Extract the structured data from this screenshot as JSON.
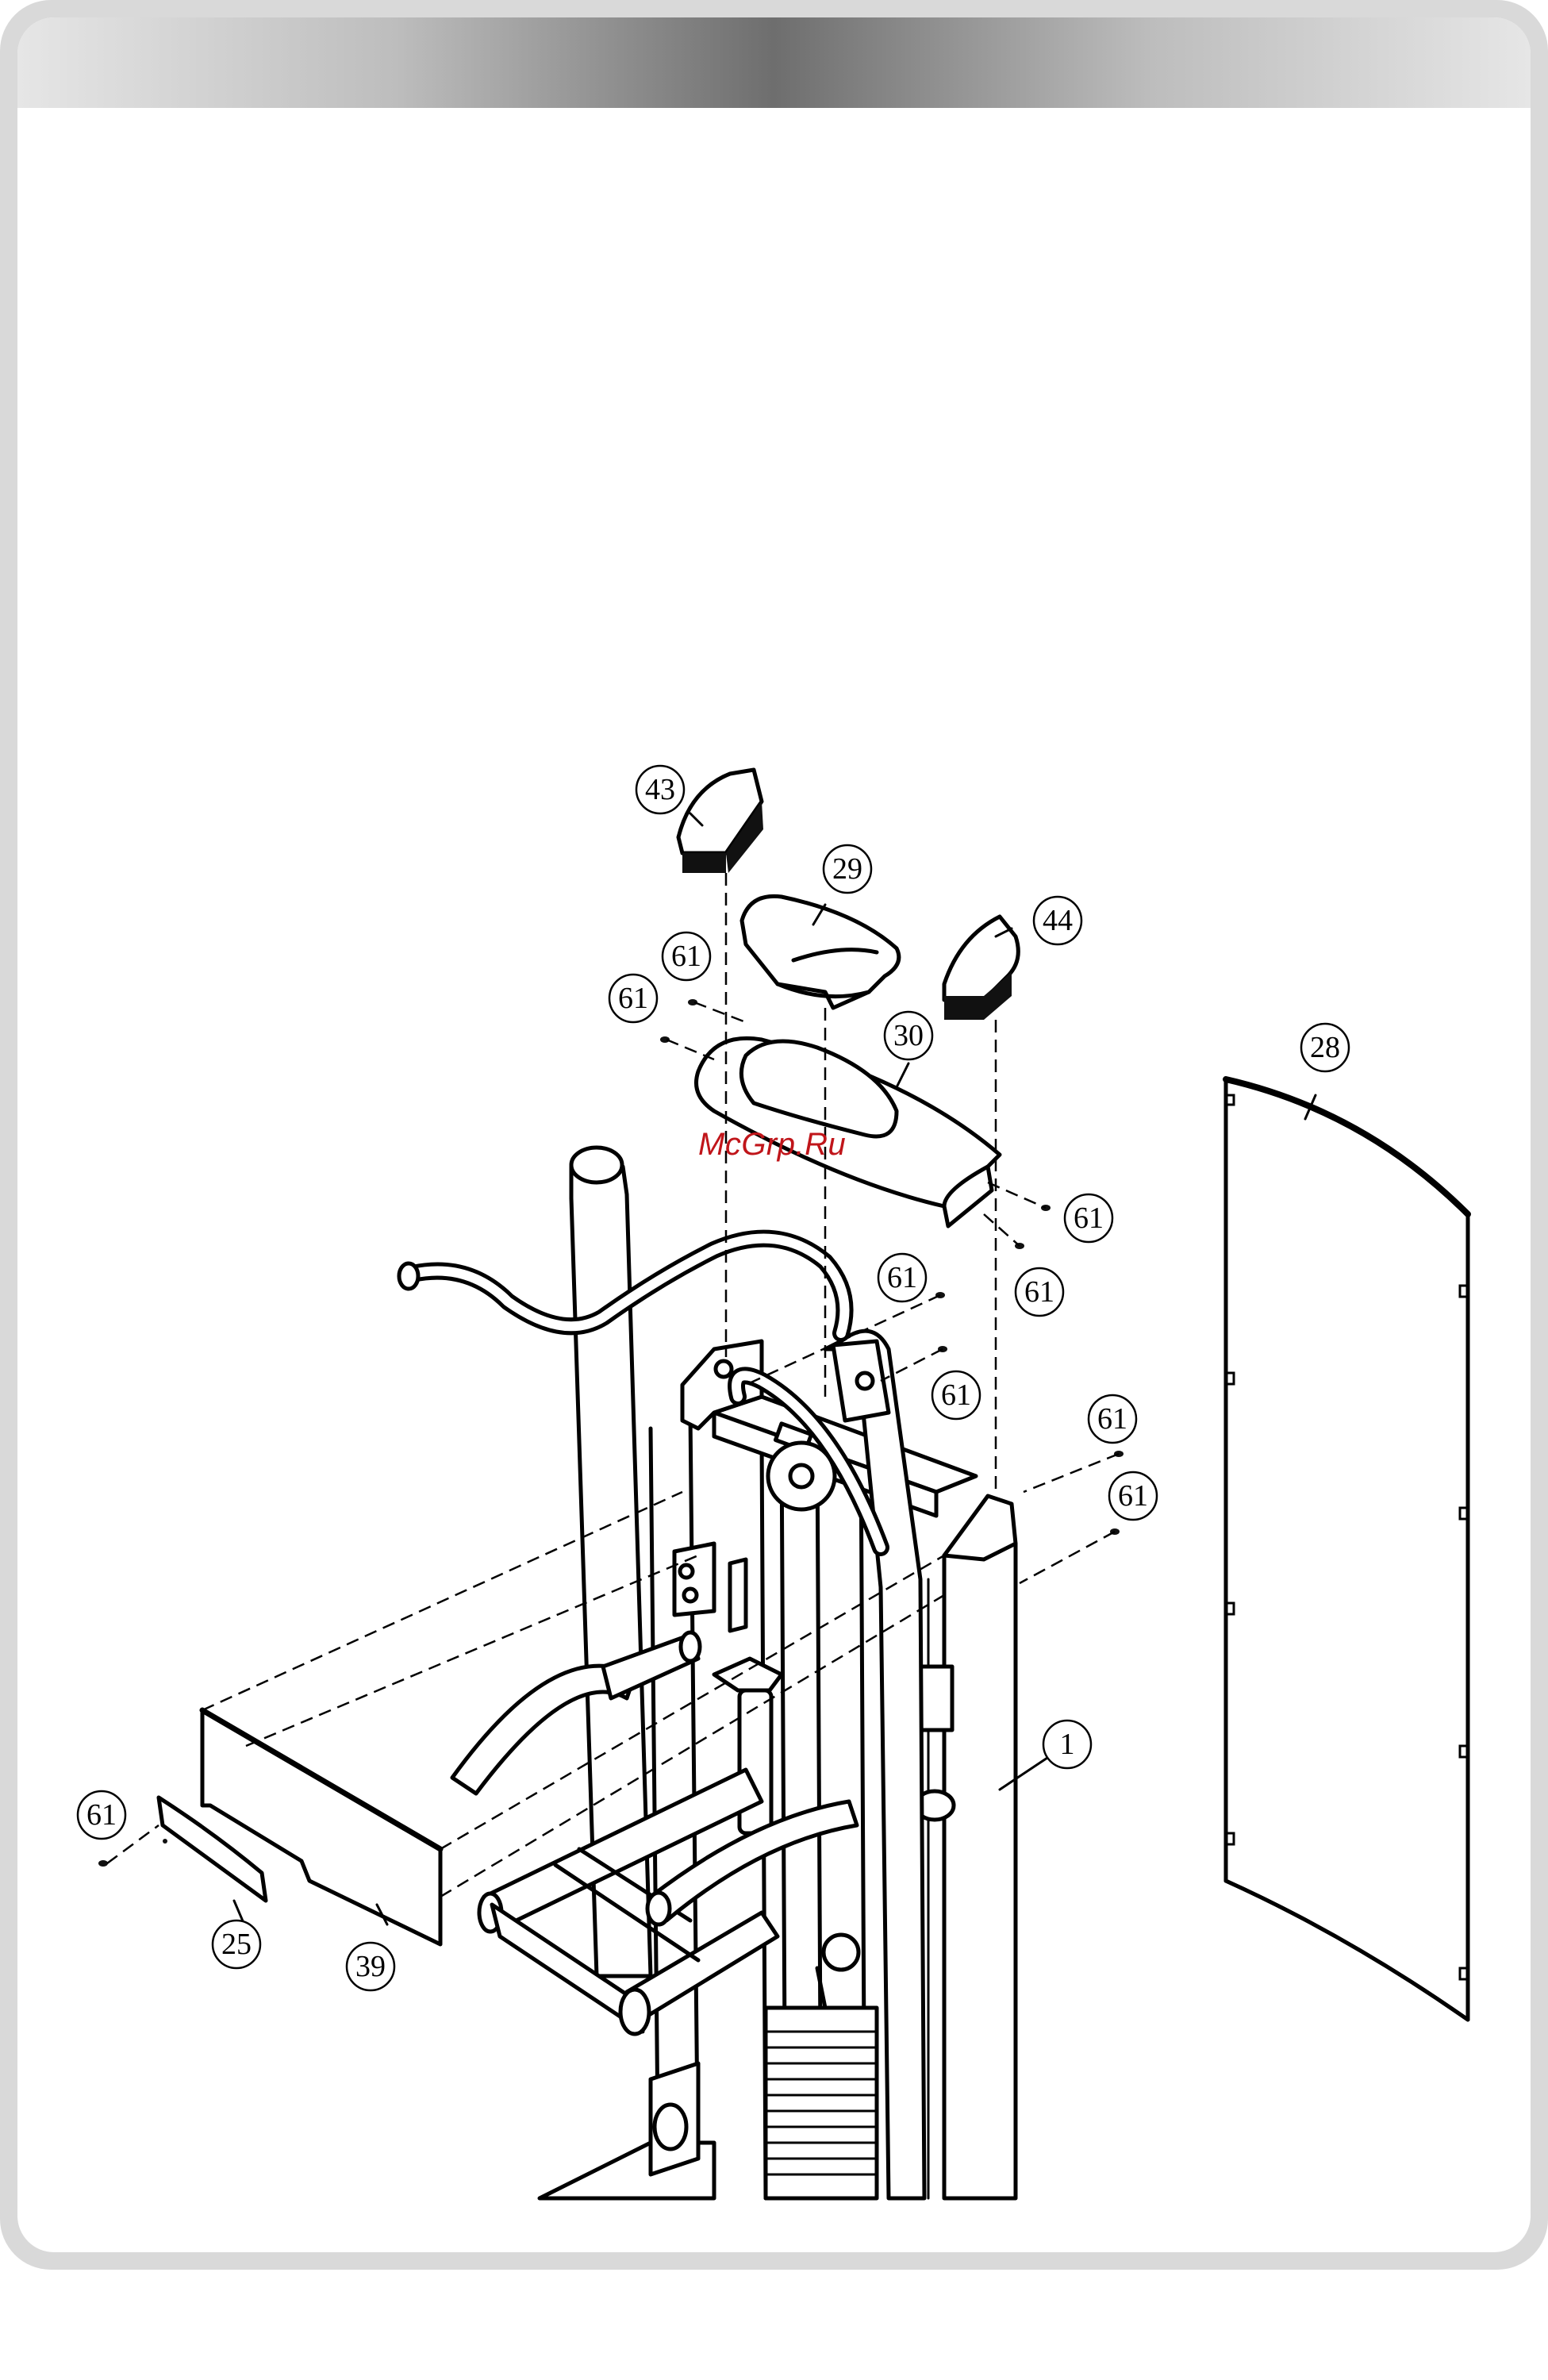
{
  "watermark": "McGrp.Ru",
  "callouts": [
    {
      "id": "c43",
      "label": "43"
    },
    {
      "id": "c29",
      "label": "29"
    },
    {
      "id": "c44",
      "label": "44"
    },
    {
      "id": "c61a",
      "label": "61"
    },
    {
      "id": "c61b",
      "label": "61"
    },
    {
      "id": "c30",
      "label": "30"
    },
    {
      "id": "c28",
      "label": "28"
    },
    {
      "id": "c61c",
      "label": "61"
    },
    {
      "id": "c61d",
      "label": "61"
    },
    {
      "id": "c61e",
      "label": "61"
    },
    {
      "id": "c61f",
      "label": "61"
    },
    {
      "id": "c61g",
      "label": "61"
    },
    {
      "id": "c61h",
      "label": "61"
    },
    {
      "id": "c1",
      "label": "1"
    },
    {
      "id": "c61i",
      "label": "61"
    },
    {
      "id": "c25",
      "label": "25"
    },
    {
      "id": "c39",
      "label": "39"
    }
  ]
}
